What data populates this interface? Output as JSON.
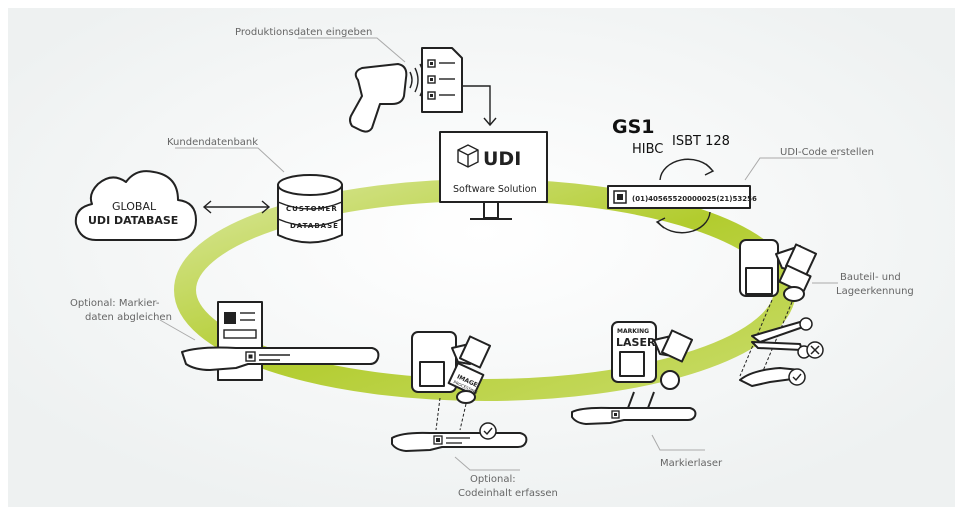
{
  "labels": {
    "produktionsdaten": "Produktionsdaten eingeben",
    "kundendatenbank": "Kundendatenbank",
    "udi_code_erstellen": "UDI-Code erstellen",
    "bauteil_1": "Bauteil- und",
    "bauteil_2": "Lageerkennung",
    "markier_1": "Optional: Markier-",
    "markier_2": "daten abgleichen",
    "codeinhalt_1": "Optional:",
    "codeinhalt_2": "Codeinhalt erfassen",
    "markierlaser": "Markierlaser"
  },
  "cloud": {
    "line1": "GLOBAL",
    "line2": "UDI DATABASE"
  },
  "database": {
    "line1": "CUSTOMER",
    "line2": "DATABASE"
  },
  "monitor": {
    "title": "UDI",
    "subtitle": "Software Solution"
  },
  "standards": {
    "gs1": "GS1",
    "hibc": "HIBC",
    "isbt": "ISBT 128"
  },
  "code_label": {
    "text": "(01)40565520000025(21)53256"
  },
  "laser_box": {
    "line1": "MARKING",
    "line2": "LASER"
  },
  "camera_box": {
    "line1": "IMAGE",
    "line2": "PROCESSING"
  },
  "colors": {
    "ring": "#b6cf3a",
    "background": "#f3f5f5",
    "ink": "#222222"
  }
}
